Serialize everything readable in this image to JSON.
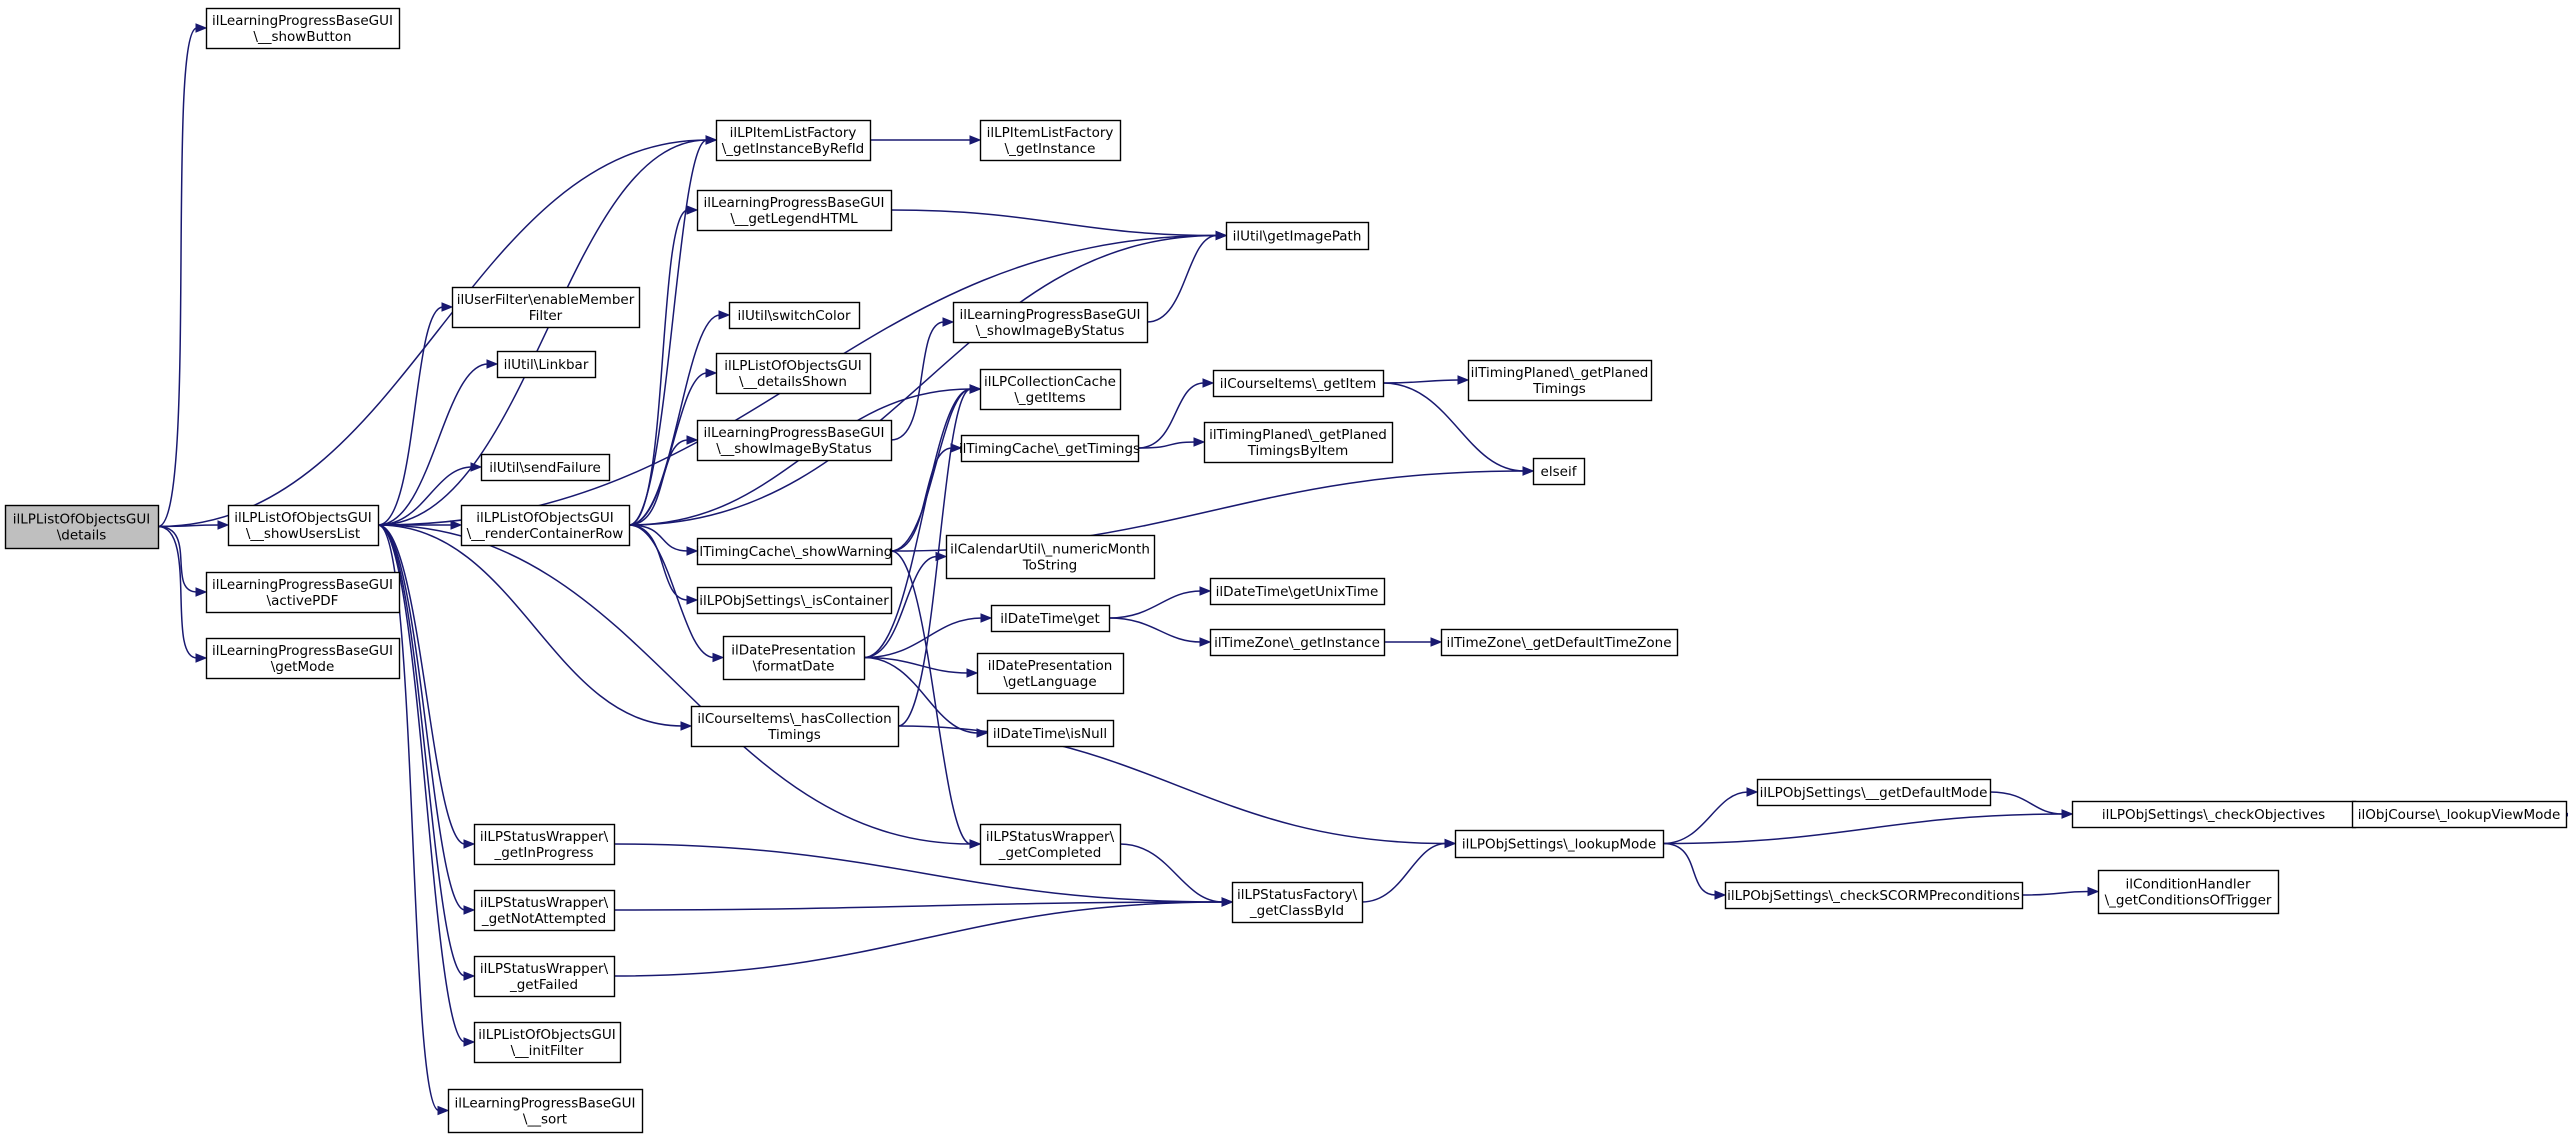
{
  "diagram": {
    "type": "call-graph",
    "colors": {
      "edge": "#191970",
      "root_fill": "#bfbfbf",
      "node_fill": "#ffffff",
      "node_border": "#000000"
    },
    "nodes": [
      {
        "id": "details",
        "lines": [
          "ilLPListOfObjectsGUI",
          "\\details"
        ],
        "root": true
      },
      {
        "id": "showButton",
        "lines": [
          "ilLearningProgressBaseGUI",
          "\\__showButton"
        ]
      },
      {
        "id": "showUsersList",
        "lines": [
          "ilLPListOfObjectsGUI",
          "\\__showUsersList"
        ]
      },
      {
        "id": "activePDF",
        "lines": [
          "ilLearningProgressBaseGUI",
          "\\activePDF"
        ]
      },
      {
        "id": "getMode",
        "lines": [
          "ilLearningProgressBaseGUI",
          "\\getMode"
        ]
      },
      {
        "id": "getInstanceByRefId",
        "lines": [
          "ilLPItemListFactory",
          "\\_getInstanceByRefId"
        ]
      },
      {
        "id": "getInstance",
        "lines": [
          "ilLPItemListFactory",
          "\\_getInstance"
        ]
      },
      {
        "id": "getLegendHTML",
        "lines": [
          "ilLearningProgressBaseGUI",
          "\\__getLegendHTML"
        ]
      },
      {
        "id": "getImagePath",
        "lines": [
          "ilUtil\\getImagePath"
        ]
      },
      {
        "id": "enableMemberFilter",
        "lines": [
          "ilUserFilter\\enableMember",
          "Filter"
        ]
      },
      {
        "id": "linkbar",
        "lines": [
          "ilUtil\\Linkbar"
        ]
      },
      {
        "id": "sendFailure",
        "lines": [
          "ilUtil\\sendFailure"
        ]
      },
      {
        "id": "renderContainerRow",
        "lines": [
          "ilLPListOfObjectsGUI",
          "\\__renderContainerRow"
        ]
      },
      {
        "id": "switchColor",
        "lines": [
          "ilUtil\\switchColor"
        ]
      },
      {
        "id": "detailsShown",
        "lines": [
          "ilLPListOfObjectsGUI",
          "\\__detailsShown"
        ]
      },
      {
        "id": "showImageByStatus2",
        "lines": [
          "ilLearningProgressBaseGUI",
          "\\__showImageByStatus"
        ]
      },
      {
        "id": "showImageByStatus1",
        "lines": [
          "ilLearningProgressBaseGUI",
          "\\_showImageByStatus"
        ]
      },
      {
        "id": "collectionGetItems",
        "lines": [
          "ilLPCollectionCache",
          "\\_getItems"
        ]
      },
      {
        "id": "getTimings",
        "lines": [
          "ilTimingCache\\_getTimings"
        ]
      },
      {
        "id": "showWarning",
        "lines": [
          "ilTimingCache\\_showWarning"
        ]
      },
      {
        "id": "isContainer",
        "lines": [
          "ilLPObjSettings\\_isContainer"
        ]
      },
      {
        "id": "formatDate",
        "lines": [
          "ilDatePresentation",
          "\\formatDate"
        ]
      },
      {
        "id": "hasCollectionTimings",
        "lines": [
          "ilCourseItems\\_hasCollection",
          "Timings"
        ]
      },
      {
        "id": "courseGetItem",
        "lines": [
          "ilCourseItems\\_getItem"
        ]
      },
      {
        "id": "getPlanedTimings",
        "lines": [
          "ilTimingPlaned\\_getPlaned",
          "Timings"
        ]
      },
      {
        "id": "getPlanedTimingsByItem",
        "lines": [
          "ilTimingPlaned\\_getPlaned",
          "TimingsByItem"
        ]
      },
      {
        "id": "elseif",
        "lines": [
          "elseif"
        ]
      },
      {
        "id": "numericMonthToString",
        "lines": [
          "ilCalendarUtil\\_numericMonth",
          "ToString"
        ]
      },
      {
        "id": "dateGet",
        "lines": [
          "ilDateTime\\get"
        ]
      },
      {
        "id": "getUnixTime",
        "lines": [
          "ilDateTime\\getUnixTime"
        ]
      },
      {
        "id": "tzGetInstance",
        "lines": [
          "ilTimeZone\\_getInstance"
        ]
      },
      {
        "id": "getDefaultTimeZone",
        "lines": [
          "ilTimeZone\\_getDefaultTimeZone"
        ]
      },
      {
        "id": "getLanguage",
        "lines": [
          "ilDatePresentation",
          "\\getLanguage"
        ]
      },
      {
        "id": "isNull",
        "lines": [
          "ilDateTime\\isNull"
        ]
      },
      {
        "id": "getInProgress",
        "lines": [
          "ilLPStatusWrapper\\",
          "_getInProgress"
        ]
      },
      {
        "id": "getCompleted",
        "lines": [
          "ilLPStatusWrapper\\",
          "_getCompleted"
        ]
      },
      {
        "id": "getNotAttempted",
        "lines": [
          "ilLPStatusWrapper\\",
          "_getNotAttempted"
        ]
      },
      {
        "id": "getFailed",
        "lines": [
          "ilLPStatusWrapper\\",
          "_getFailed"
        ]
      },
      {
        "id": "getClassById",
        "lines": [
          "ilLPStatusFactory\\",
          "_getClassById"
        ]
      },
      {
        "id": "initFilter",
        "lines": [
          "ilLPListOfObjectsGUI",
          "\\__initFilter"
        ]
      },
      {
        "id": "sort",
        "lines": [
          "ilLearningProgressBaseGUI",
          "\\__sort"
        ]
      },
      {
        "id": "lookupMode",
        "lines": [
          "ilLPObjSettings\\_lookupMode"
        ]
      },
      {
        "id": "getDefaultMode",
        "lines": [
          "ilLPObjSettings\\__getDefaultMode"
        ]
      },
      {
        "id": "checkObjectives",
        "lines": [
          "ilLPObjSettings\\_checkObjectives"
        ]
      },
      {
        "id": "lookupViewMode",
        "lines": [
          "ilObjCourse\\_lookupViewMode"
        ]
      },
      {
        "id": "checkSCORM",
        "lines": [
          "ilLPObjSettings\\_checkSCORMPreconditions"
        ]
      },
      {
        "id": "getConditionsOfTrigger",
        "lines": [
          "ilConditionHandler",
          "\\_getConditionsOfTrigger"
        ]
      }
    ],
    "edges": [
      [
        "details",
        "showButton"
      ],
      [
        "details",
        "showUsersList"
      ],
      [
        "details",
        "activePDF"
      ],
      [
        "details",
        "getMode"
      ],
      [
        "details",
        "getInstanceByRefId"
      ],
      [
        "showUsersList",
        "getInstanceByRefId"
      ],
      [
        "showUsersList",
        "getImagePath"
      ],
      [
        "showUsersList",
        "enableMemberFilter"
      ],
      [
        "showUsersList",
        "linkbar"
      ],
      [
        "showUsersList",
        "sendFailure"
      ],
      [
        "showUsersList",
        "renderContainerRow"
      ],
      [
        "showUsersList",
        "hasCollectionTimings"
      ],
      [
        "showUsersList",
        "getInProgress"
      ],
      [
        "showUsersList",
        "getCompleted"
      ],
      [
        "showUsersList",
        "getNotAttempted"
      ],
      [
        "showUsersList",
        "getFailed"
      ],
      [
        "showUsersList",
        "initFilter"
      ],
      [
        "showUsersList",
        "sort"
      ],
      [
        "getInstanceByRefId",
        "getInstance"
      ],
      [
        "getLegendHTML",
        "getImagePath"
      ],
      [
        "renderContainerRow",
        "getInstanceByRefId"
      ],
      [
        "renderContainerRow",
        "getLegendHTML"
      ],
      [
        "renderContainerRow",
        "getImagePath"
      ],
      [
        "renderContainerRow",
        "switchColor"
      ],
      [
        "renderContainerRow",
        "detailsShown"
      ],
      [
        "renderContainerRow",
        "showImageByStatus2"
      ],
      [
        "renderContainerRow",
        "collectionGetItems"
      ],
      [
        "renderContainerRow",
        "showWarning"
      ],
      [
        "renderContainerRow",
        "isContainer"
      ],
      [
        "renderContainerRow",
        "formatDate"
      ],
      [
        "showImageByStatus2",
        "showImageByStatus1"
      ],
      [
        "showImageByStatus1",
        "getImagePath"
      ],
      [
        "showWarning",
        "collectionGetItems"
      ],
      [
        "showWarning",
        "getTimings"
      ],
      [
        "showWarning",
        "elseif"
      ],
      [
        "showWarning",
        "getCompleted"
      ],
      [
        "getTimings",
        "courseGetItem"
      ],
      [
        "getTimings",
        "getPlanedTimingsByItem"
      ],
      [
        "courseGetItem",
        "getPlanedTimings"
      ],
      [
        "courseGetItem",
        "elseif"
      ],
      [
        "formatDate",
        "collectionGetItems"
      ],
      [
        "formatDate",
        "numericMonthToString"
      ],
      [
        "formatDate",
        "dateGet"
      ],
      [
        "formatDate",
        "getLanguage"
      ],
      [
        "formatDate",
        "isNull"
      ],
      [
        "dateGet",
        "getUnixTime"
      ],
      [
        "dateGet",
        "tzGetInstance"
      ],
      [
        "tzGetInstance",
        "getDefaultTimeZone"
      ],
      [
        "hasCollectionTimings",
        "collectionGetItems"
      ],
      [
        "hasCollectionTimings",
        "lookupMode"
      ],
      [
        "getInProgress",
        "getClassById"
      ],
      [
        "getCompleted",
        "getClassById"
      ],
      [
        "getNotAttempted",
        "getClassById"
      ],
      [
        "getFailed",
        "getClassById"
      ],
      [
        "getClassById",
        "lookupMode"
      ],
      [
        "lookupMode",
        "getDefaultMode"
      ],
      [
        "lookupMode",
        "checkObjectives"
      ],
      [
        "lookupMode",
        "checkSCORM"
      ],
      [
        "getDefaultMode",
        "checkObjectives"
      ],
      [
        "checkObjectives",
        "lookupViewMode"
      ],
      [
        "checkSCORM",
        "getConditionsOfTrigger"
      ]
    ]
  }
}
